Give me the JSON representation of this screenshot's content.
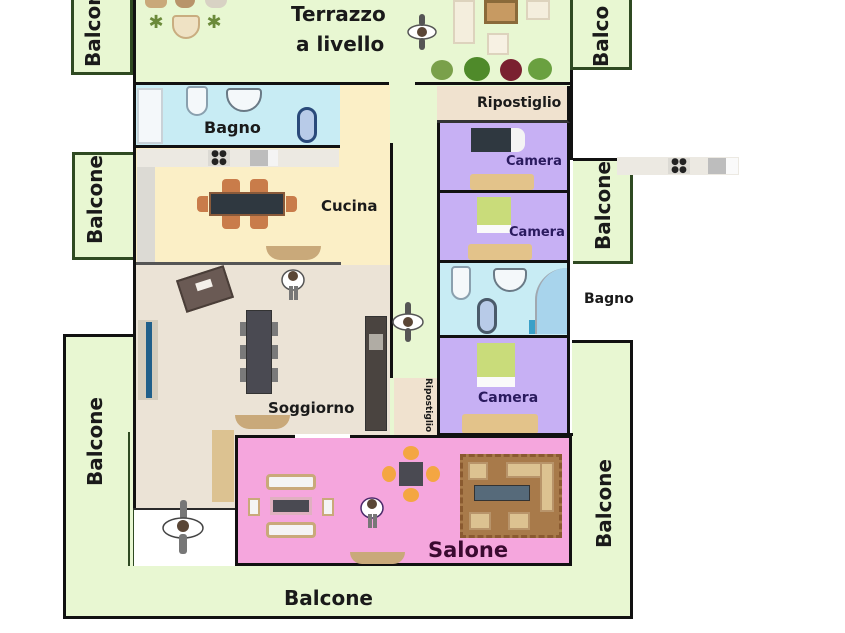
{
  "floorplan": {
    "colors": {
      "balcony": "#e8f7d2",
      "terrace": "#e8f7d2",
      "bathroom": "#c8ecf4",
      "kitchen": "#fbefc6",
      "living": "#ebe3d6",
      "bedroom": "#c7b0f4",
      "salon": "#f5a6dd",
      "storage": "#f0e2cf",
      "corridor": "#e8f7d2",
      "wall": "#111111",
      "bedroom_text": "#2a1a5e",
      "salon_text": "#3a0a30"
    },
    "rooms": {
      "terrace": {
        "label_line1": "Terrazzo",
        "label_line2": "a livello"
      },
      "bathroom_1": {
        "label": "Bagno"
      },
      "kitchen": {
        "label": "Cucina"
      },
      "living": {
        "label": "Soggiorno"
      },
      "storage_top": {
        "label": "Ripostiglio"
      },
      "storage_side": {
        "label": "Ripostiglio"
      },
      "bedroom_1": {
        "label": "Camera"
      },
      "bedroom_2": {
        "label": "Camera"
      },
      "bathroom_2": {
        "label": "Bagno"
      },
      "bedroom_3": {
        "label": "Camera"
      },
      "salon": {
        "label": "Salone"
      }
    },
    "balconies": [
      {
        "id": "top-left",
        "label": "Balcone"
      },
      {
        "id": "mid-left",
        "label": "Balcone"
      },
      {
        "id": "lower-left",
        "label": "Balcone"
      },
      {
        "id": "bottom",
        "label": "Balcone"
      },
      {
        "id": "top-right",
        "label": "Balco"
      },
      {
        "id": "mid-right",
        "label": "Balcone"
      },
      {
        "id": "lower-right",
        "label": "Balcone"
      }
    ]
  }
}
